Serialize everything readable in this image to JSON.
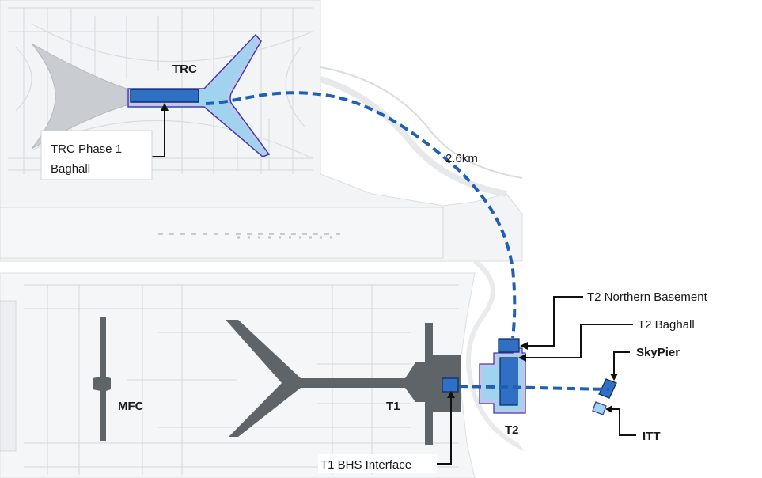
{
  "labels": {
    "trc": "TRC",
    "trc_phase1_line1": "TRC Phase 1",
    "trc_phase1_line2": "Baghall",
    "distance": "2.6km",
    "t2_northern_basement": "T2 Northern Basement",
    "t2_baghall": "T2 Baghall",
    "skypier": "SkyPier",
    "mfc": "MFC",
    "t1": "T1",
    "t2": "T2",
    "itt": "ITT",
    "t1_bhs_interface": "T1 BHS Interface"
  },
  "colors": {
    "terminal_dark": "#5f6468",
    "facility_blue": "#2f6fc4",
    "facility_light": "#9fd3ee",
    "facility_lavender": "#c3c6ec",
    "route_blue": "#1f5fb5",
    "background_grey": "#eef0f2"
  }
}
